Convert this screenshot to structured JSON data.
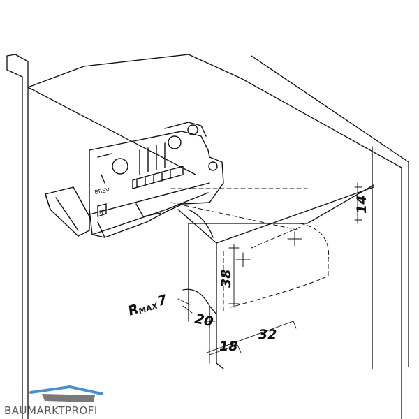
{
  "dimensions": {
    "d14": "14",
    "d38": "38",
    "d20": "20",
    "d18": "18",
    "d32": "32",
    "radius_main": "R",
    "radius_sub": "MAX",
    "radius_value": "7"
  },
  "part_labels": {
    "brev": "BREV.",
    "r_mark": "R"
  },
  "logo": {
    "text": "BAUMARKTPROFI",
    "accent_color": "#4a8fd1",
    "gray_color": "#7a7a7a"
  }
}
